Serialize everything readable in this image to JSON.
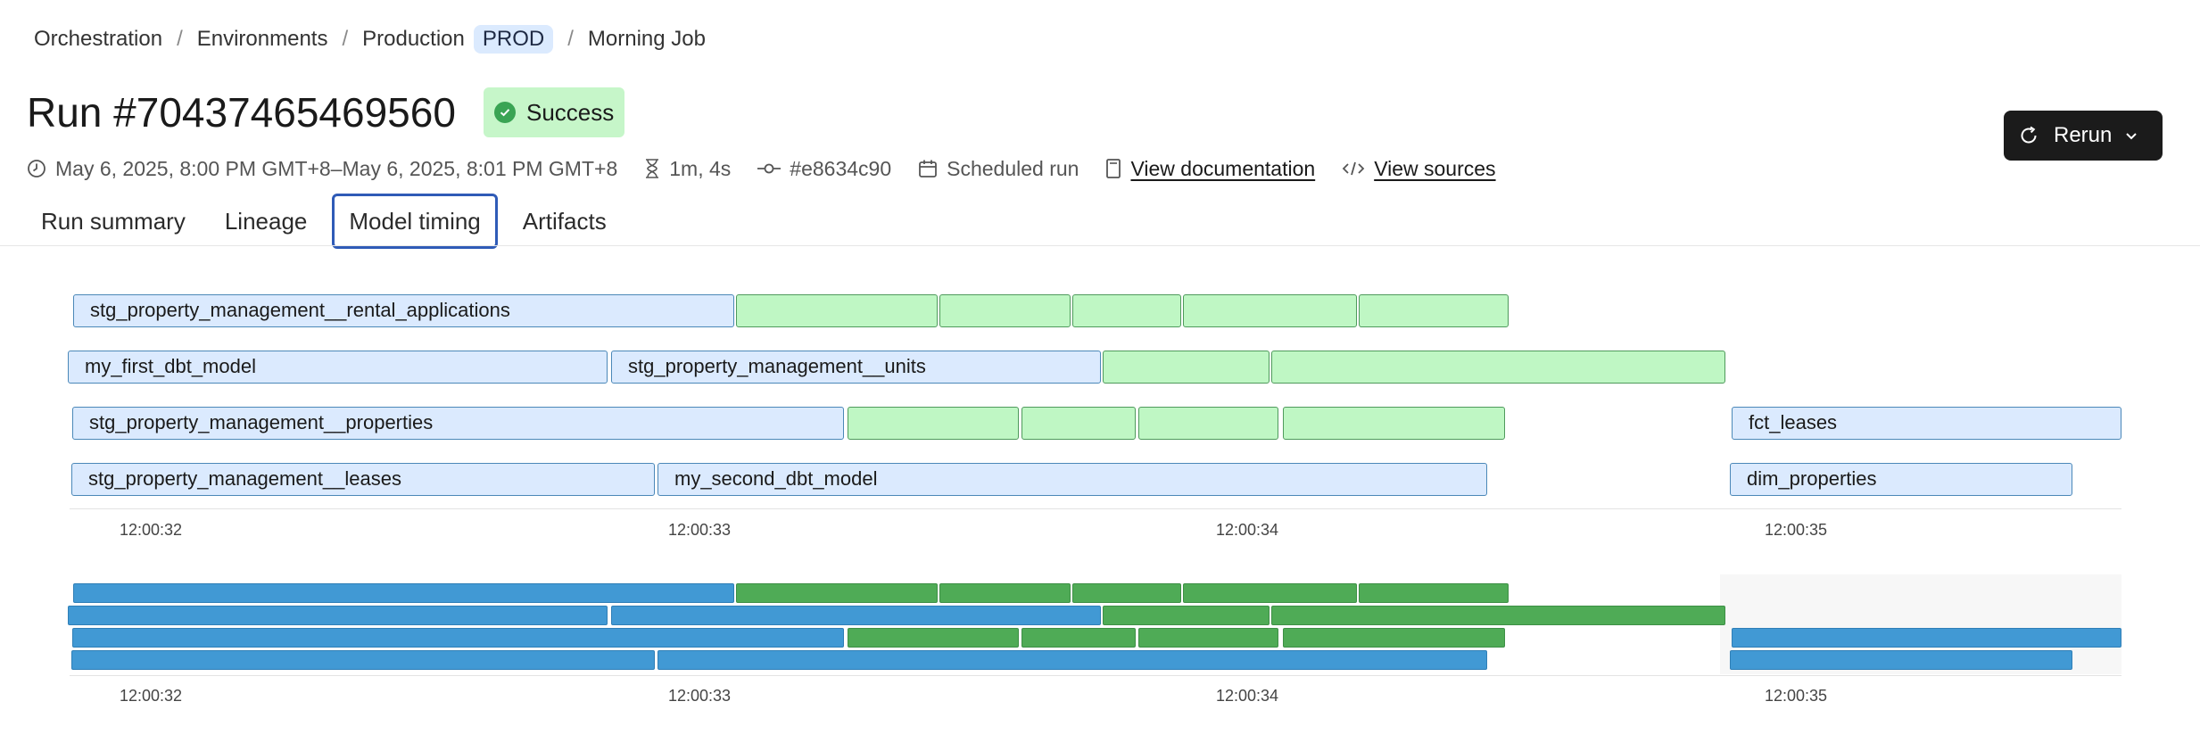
{
  "breadcrumb": {
    "items": [
      "Orchestration",
      "Environments",
      "Production",
      "Morning Job"
    ],
    "separator": "/",
    "env_badge": "PROD"
  },
  "run": {
    "title": "Run #70437465469560",
    "status": "Success",
    "time_range": "May 6, 2025, 8:00 PM GMT+8–May 6, 2025, 8:01 PM GMT+8",
    "duration": "1m, 4s",
    "commit": "#e8634c90",
    "trigger": "Scheduled run",
    "view_documentation": "View documentation",
    "view_sources": "View sources"
  },
  "actions": {
    "rerun_label": "Rerun"
  },
  "tabs": [
    {
      "label": "Run summary",
      "active": false
    },
    {
      "label": "Lineage",
      "active": false
    },
    {
      "label": "Model timing",
      "active": true
    },
    {
      "label": "Artifacts",
      "active": false
    }
  ],
  "colors": {
    "model_fill": "#dbeafe",
    "model_border": "#4b88b8",
    "test_fill": "#bff7c4",
    "test_border": "#4f9a5c",
    "mini_model": "#4199d4",
    "mini_test": "#4fab56",
    "success_bg": "#c6f6c9",
    "rerun_bg": "#1b1b1b",
    "tab_active_border": "#2f5bb7"
  },
  "timing": {
    "axis_ticks": [
      "12:00:32",
      "12:00:33",
      "12:00:34",
      "12:00:35"
    ],
    "lanes": [
      [
        {
          "label": "stg_property_management__rental_applications",
          "kind": "model"
        },
        {
          "label": "",
          "kind": "test"
        },
        {
          "label": "",
          "kind": "test"
        },
        {
          "label": "",
          "kind": "test"
        },
        {
          "label": "",
          "kind": "test"
        },
        {
          "label": "",
          "kind": "test"
        }
      ],
      [
        {
          "label": "my_first_dbt_model",
          "kind": "model"
        },
        {
          "label": "stg_property_management__units",
          "kind": "model"
        },
        {
          "label": "",
          "kind": "test"
        },
        {
          "label": "",
          "kind": "test"
        }
      ],
      [
        {
          "label": "stg_property_management__properties",
          "kind": "model"
        },
        {
          "label": "",
          "kind": "test"
        },
        {
          "label": "",
          "kind": "test"
        },
        {
          "label": "",
          "kind": "test"
        },
        {
          "label": "",
          "kind": "test"
        },
        {
          "label": "fct_leases",
          "kind": "model"
        }
      ],
      [
        {
          "label": "stg_property_management__leases",
          "kind": "model"
        },
        {
          "label": "my_second_dbt_model",
          "kind": "model"
        },
        {
          "label": "dim_properties",
          "kind": "model"
        }
      ]
    ]
  }
}
